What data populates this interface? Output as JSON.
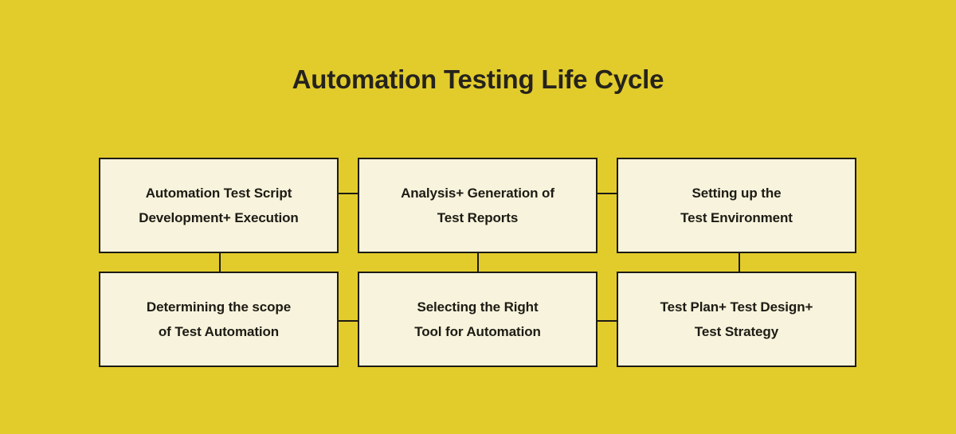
{
  "diagram": {
    "title": "Automation Testing Life Cycle",
    "background_color": "#e2cc2c",
    "box_fill_color": "#f7f3dc",
    "border_color": "#1d1b14",
    "text_color": "#1d1b14",
    "layout": "2 rows x 3 columns grid of connected process boxes",
    "stages": [
      {
        "id": "automation-test-script-development-execution",
        "label": "Automation Test Script\nDevelopment+ Execution",
        "row": 1,
        "col": 1
      },
      {
        "id": "analysis-generation-of-test-reports",
        "label": "Analysis+ Generation of\nTest Reports",
        "row": 1,
        "col": 2
      },
      {
        "id": "setting-up-the-test-environment",
        "label": "Setting up the\nTest Environment",
        "row": 1,
        "col": 3
      },
      {
        "id": "determining-the-scope-of-test-automation",
        "label": "Determining the scope\nof Test Automation",
        "row": 2,
        "col": 1
      },
      {
        "id": "selecting-the-right-tool-for-automation",
        "label": "Selecting the Right\nTool for Automation",
        "row": 2,
        "col": 2
      },
      {
        "id": "test-plan-test-design-test-strategy",
        "label": "Test Plan+ Test Design+\nTest Strategy",
        "row": 2,
        "col": 3
      }
    ],
    "connectors": [
      {
        "id": "connector-r1-box1-box2",
        "orientation": "horizontal"
      },
      {
        "id": "connector-r1-box2-box3",
        "orientation": "horizontal"
      },
      {
        "id": "connector-r2-box4-box5",
        "orientation": "horizontal"
      },
      {
        "id": "connector-r2-box5-box6",
        "orientation": "horizontal"
      },
      {
        "id": "connector-col1-box1-box4",
        "orientation": "vertical"
      },
      {
        "id": "connector-col2-box2-box5",
        "orientation": "vertical"
      },
      {
        "id": "connector-col3-box3-box6",
        "orientation": "vertical"
      }
    ]
  }
}
